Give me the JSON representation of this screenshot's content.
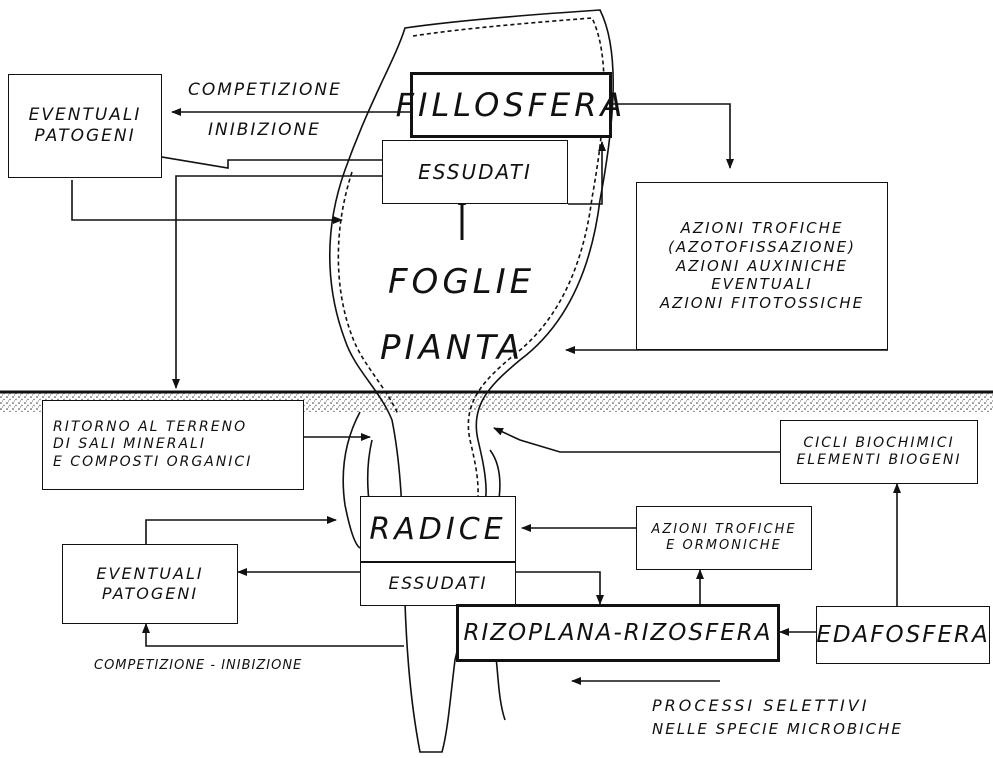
{
  "fillosfera": "FILLOSFERA",
  "essudati_top": "ESSUDATI",
  "patogeni_top": [
    "EVENTUALI",
    "PATOGENI"
  ],
  "competizione_top": "COMPETIZIONE",
  "inibizione_top": "INIBIZIONE",
  "azioni_box": [
    "AZIONI TROFICHE",
    "(AZOTOFISSAZIONE)",
    "AZIONI AUXINICHE",
    "EVENTUALI",
    "AZIONI FITOTOSSICHE"
  ],
  "foglie": "FOGLIE",
  "pianta": "PIANTA",
  "ritorno": [
    "RITORNO AL TERRENO",
    "DI SALI MINERALI",
    "E COMPOSTI ORGANICI"
  ],
  "cicli": [
    "CICLI BIOCHIMICI",
    "ELEMENTI BIOGENI"
  ],
  "radice": "RADICE",
  "essudati_bottom": "ESSUDATI",
  "azioni_trofiche_ormoniche": [
    "AZIONI TROFICHE",
    "E ORMONICHE"
  ],
  "patogeni_bottom": [
    "EVENTUALI",
    "PATOGENI"
  ],
  "rizoplana": "RIZOPLANA-RIZOSFERA",
  "edafosfera": "EDAFOSFERA",
  "competizione_bottom": "COMPETIZIONE - INIBIZIONE",
  "processi": [
    "PROCESSI  SELETTIVI",
    "NELLE SPECIE MICROBICHE"
  ]
}
